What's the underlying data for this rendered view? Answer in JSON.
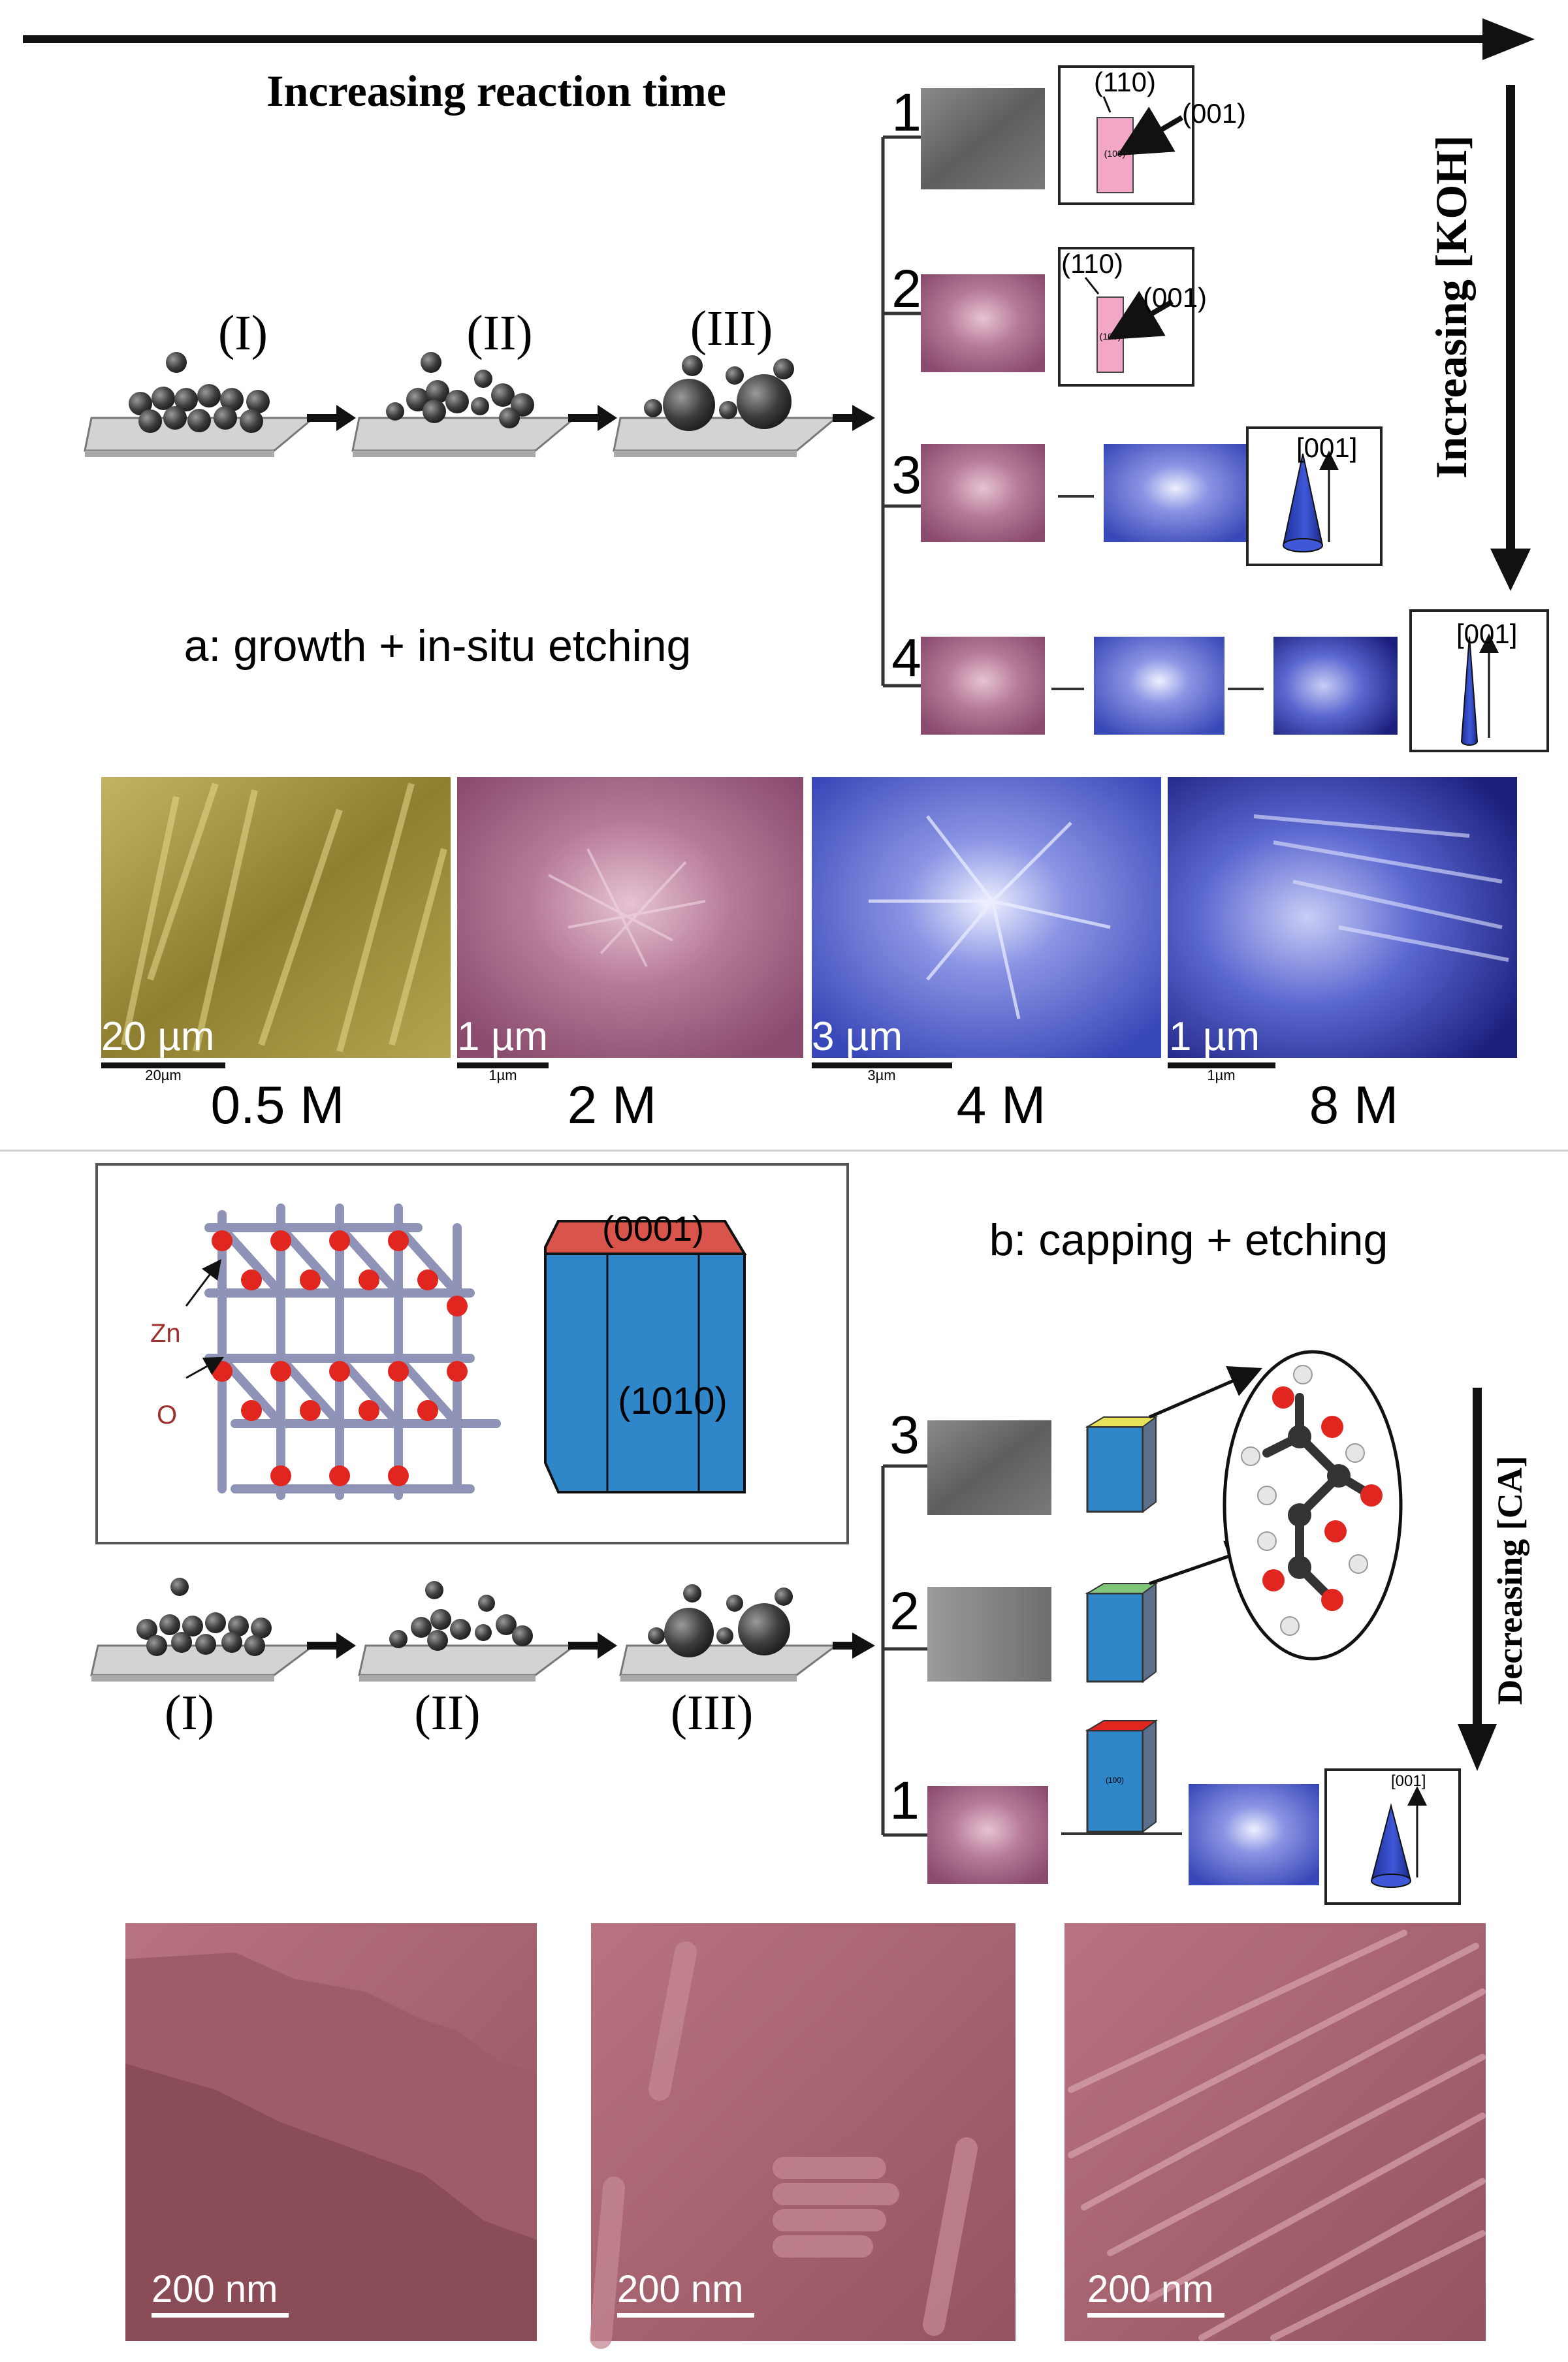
{
  "top": {
    "time_label": "Increasing reaction time",
    "koh_label": "Increasing [KOH]",
    "stages": [
      "(I)",
      "(II)",
      "(III)"
    ],
    "panel_caption": "a: growth + in-situ etching",
    "branch_numbers": [
      "1",
      "2",
      "3",
      "4"
    ],
    "facet_110": "(110)",
    "facet_001": "(001)",
    "facet_100": "(100)",
    "dir_001": "[001]",
    "sem_panels": [
      {
        "scale": "20 µm",
        "scale_small": "20µm",
        "concentration": "0.5 M"
      },
      {
        "scale": "1 µm",
        "scale_small": "1µm",
        "concentration": "2 M"
      },
      {
        "scale": "3 µm",
        "scale_small": "3µm",
        "concentration": "4 M"
      },
      {
        "scale": "1 µm",
        "scale_small": "1µm",
        "concentration": "8 M"
      }
    ]
  },
  "bottom": {
    "panel_caption": "b: capping + etching",
    "ca_label": "Decreasing [CA]",
    "crystal": {
      "zn": "Zn",
      "o": "O",
      "top_facet": "(0001)",
      "side_facet": "(1010)"
    },
    "stages": [
      "(I)",
      "(II)",
      "(III)"
    ],
    "branch_numbers": [
      "3",
      "2",
      "1"
    ],
    "facet_100": "(100)",
    "dir_001": "[001]",
    "sem_scales": [
      "200 nm",
      "200 nm",
      "200 nm"
    ]
  },
  "colors": {
    "pink_sem": "#b5768f",
    "blue_sem": "#4a5fc4",
    "crystal_blue": "#2f86c9",
    "crystal_red": "#d9554c",
    "sem_rose": "#a4636e",
    "sem_olive": "#a89a3e"
  }
}
